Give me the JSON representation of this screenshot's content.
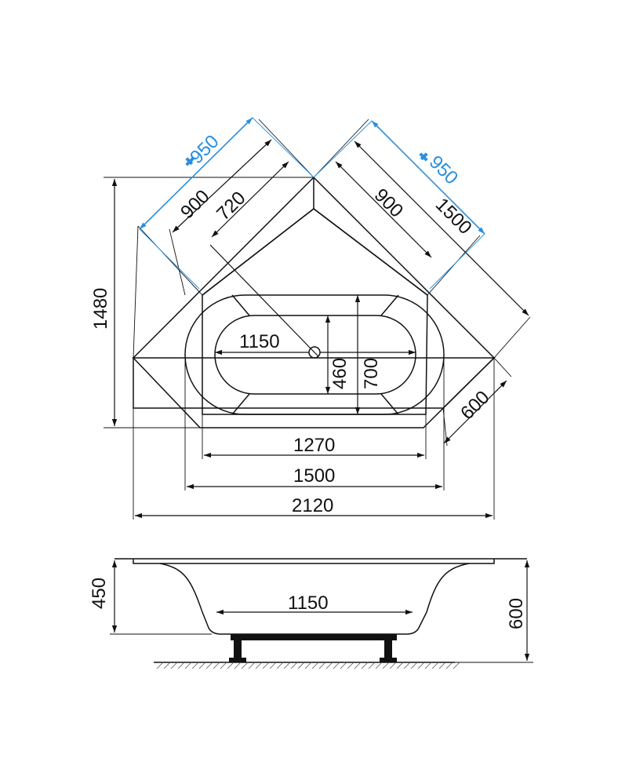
{
  "colors": {
    "line": "#111111",
    "accent": "#2a8fe0",
    "background": "#ffffff"
  },
  "plan": {
    "tap_left": "950",
    "tap_right": "950",
    "left_outer": "900",
    "left_inner": "720",
    "right_outer": "900",
    "right_diag": "1500",
    "height": "1480",
    "inner_length": "1150",
    "inner_width": "460",
    "outer_width": "700",
    "corner": "600",
    "bottom_1": "1270",
    "bottom_2": "1500",
    "bottom_3": "2120"
  },
  "side": {
    "left_height": "450",
    "right_height": "600",
    "base_length": "1150"
  },
  "icons": {
    "tap": "tap-icon",
    "drain": "drain-icon",
    "hatch": "floor-hatch"
  }
}
